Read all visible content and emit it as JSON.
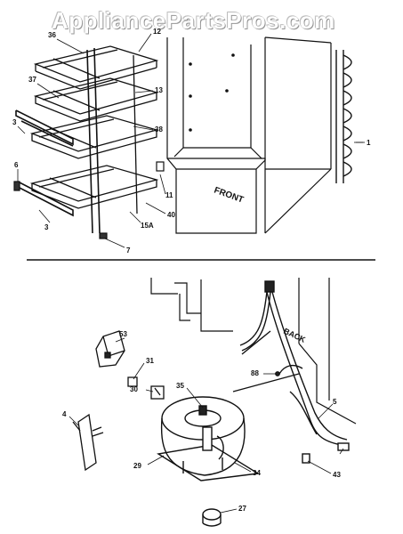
{
  "watermark": "AppliancePartsPros.com",
  "labels": {
    "front": "FRONT",
    "back": "BACK"
  },
  "callouts": {
    "p36": "36",
    "p12": "12",
    "p37": "37",
    "p13": "13",
    "p3a": "3",
    "p38": "38",
    "p1": "1",
    "p6": "6",
    "p11": "11",
    "p40": "40",
    "p3b": "3",
    "p15a": "15A",
    "p7": "7",
    "p53": "53",
    "p31": "31",
    "p35": "35",
    "p30": "30",
    "p88": "88",
    "p4": "4",
    "p5": "5",
    "p29": "29",
    "p34": "34",
    "p43": "43",
    "p27": "27"
  }
}
